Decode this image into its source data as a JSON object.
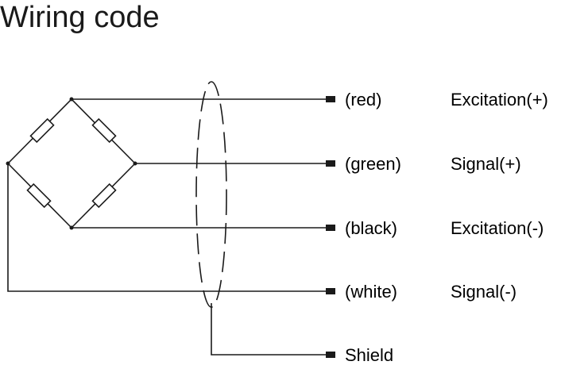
{
  "title": "Wiring code",
  "wires": [
    {
      "color": "(red)",
      "function": "Excitation(+)"
    },
    {
      "color": "(green)",
      "function": "Signal(+)"
    },
    {
      "color": "(black)",
      "function": "Excitation(-)"
    },
    {
      "color": "(white)",
      "function": "Signal(-)"
    }
  ],
  "shield": {
    "label": "Shield"
  }
}
